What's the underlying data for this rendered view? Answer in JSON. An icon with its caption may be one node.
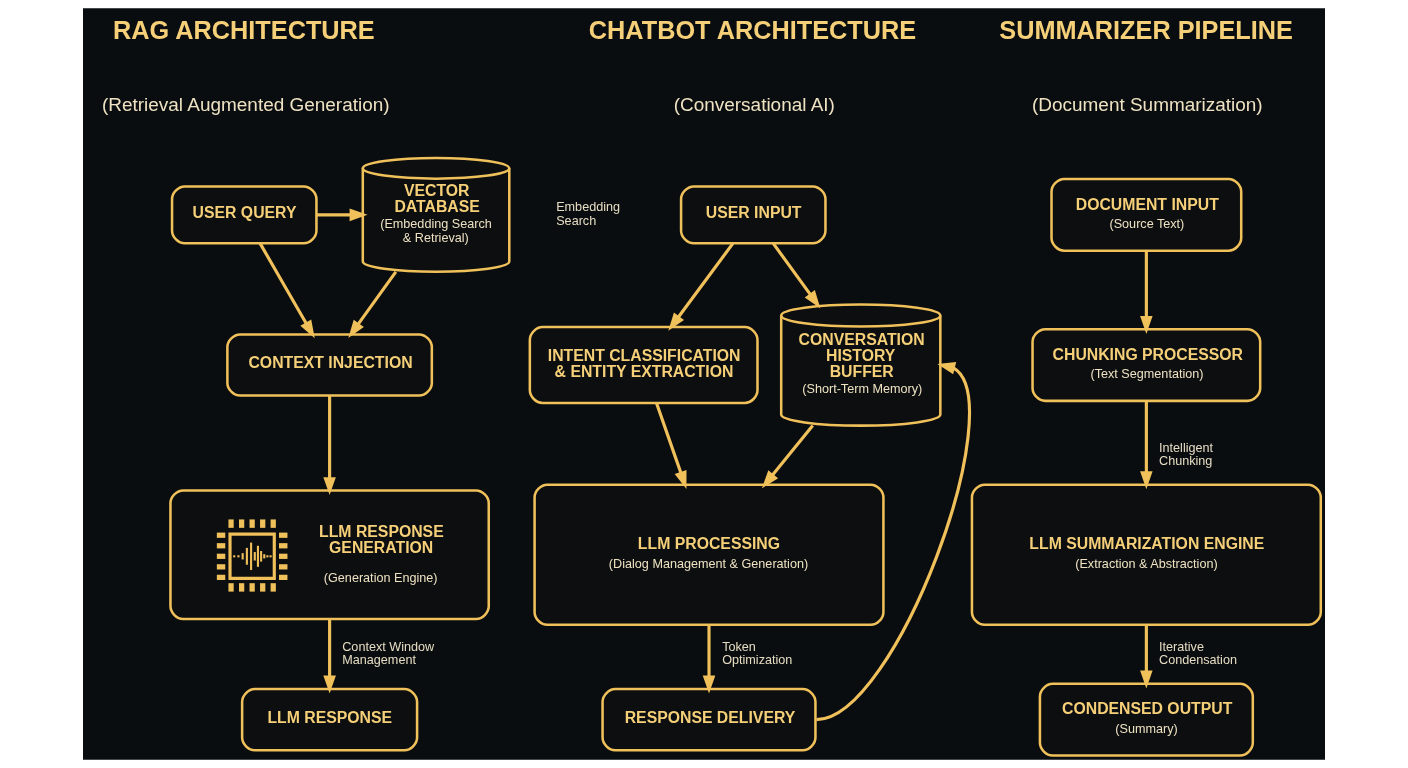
{
  "diagram": {
    "nodes": [
      {
        "text": [
          "USER QUERY"
        ]
      },
      {
        "text": [
          "VECTOR DATABASE",
          "(Embedding Search & Retrieval)"
        ],
        "beside": [
          "Embedding Search"
        ]
      },
      {
        "text": [
          "CONTEXT INJECTION"
        ]
      },
      {
        "text": [
          "LLM RESPONSE GENERATION",
          "(Generation Engine)"
        ]
      },
      {
        "text": [
          "LLM RESPONSE"
        ]
      },
      {
        "text": [
          "USER INPUT"
        ]
      },
      {
        "text": [
          "INTENT CLASSIFICATION & ENTITY EXTRACTION"
        ]
      },
      {
        "text": [
          "CONVERSATION HISTORY BUFFER",
          "(Short-Term Memory)"
        ]
      },
      {
        "text": [
          "LLM PROCESSING",
          "(Dialog Management & Generation)"
        ]
      },
      {
        "text": [
          "RESPONSE DELIVERY"
        ]
      },
      {
        "text": [
          "DOCUMENT INPUT",
          "(Source Text)"
        ]
      },
      {
        "text": [
          "CHUNKING PROCESSOR",
          "(Text Segmentation)"
        ]
      },
      {
        "text": [
          "LLM SUMMARIZATION ENGINE",
          "(Extraction & Abstraction)"
        ]
      },
      {
        "text": [
          "CONDENSED OUTPUT",
          "(Summary)"
        ]
      }
    ],
    "edges": [
      {
        "from": 0,
        "to": 1,
        "arrow": "to"
      },
      {
        "from": 0,
        "to": 2,
        "arrow": "to"
      },
      {
        "from": 1,
        "to": 2,
        "arrow": "to"
      },
      {
        "from": 2,
        "to": 3,
        "arrow": "to"
      },
      {
        "from": 3,
        "to": 4,
        "arrow": "to",
        "label": "Context Window Management"
      },
      {
        "from": 5,
        "to": 6,
        "arrow": "to"
      },
      {
        "from": 5,
        "to": 7,
        "arrow": "to"
      },
      {
        "from": 6,
        "to": 8,
        "arrow": "to"
      },
      {
        "from": 7,
        "to": 8,
        "arrow": "to"
      },
      {
        "from": 8,
        "to": 9,
        "arrow": "to",
        "label": "Token Optimization"
      },
      {
        "from": 9,
        "to": 7,
        "arrow": "to"
      },
      {
        "from": 10,
        "to": 11,
        "arrow": "to"
      },
      {
        "from": 11,
        "to": 12,
        "arrow": "to",
        "label": "Intelligent Chunking"
      },
      {
        "from": 12,
        "to": 13,
        "arrow": "to",
        "label": "Iterative Condensation"
      }
    ],
    "labels": [
      "RAG ARCHITECTURE",
      "(Retrieval Augmented Generation)",
      "CHATBOT ARCHITECTURE",
      "(Conversational AI)",
      "SUMMARIZER PIPELINE",
      "(Document Summarization)"
    ]
  }
}
